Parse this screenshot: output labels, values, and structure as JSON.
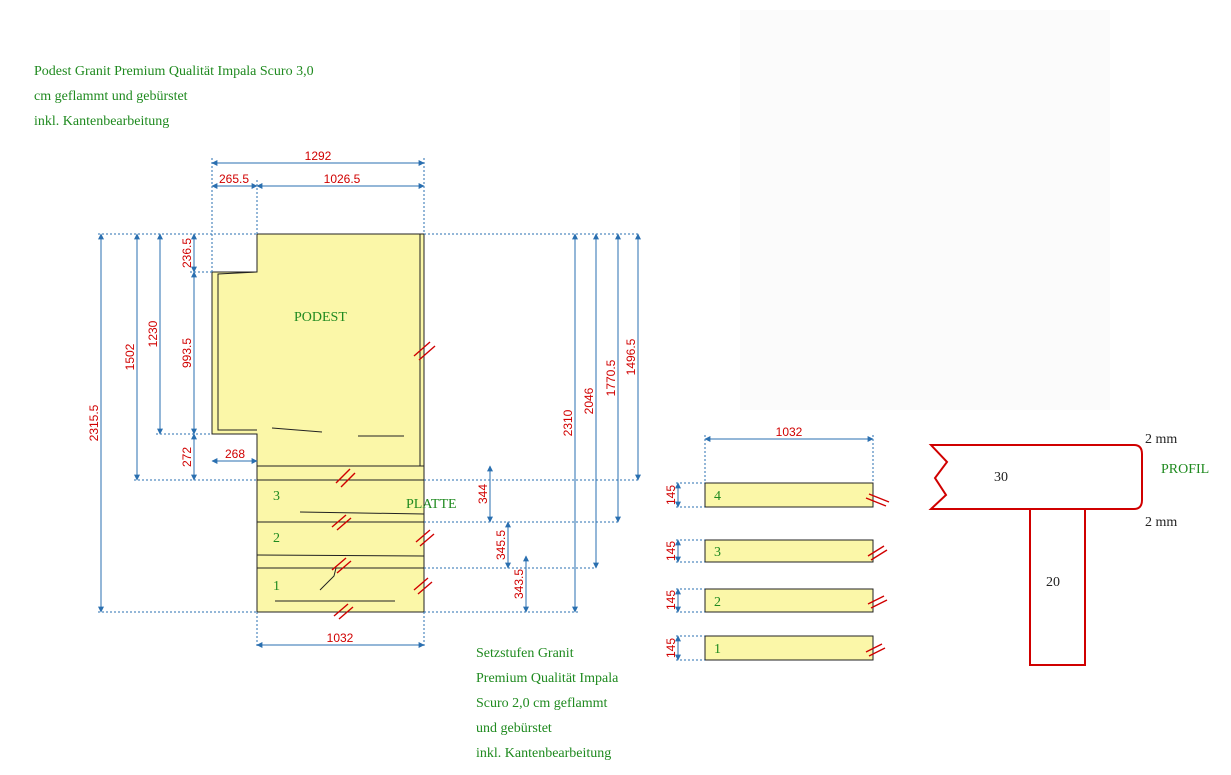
{
  "notes": {
    "podest_desc": "Podest Granit Premium Qualität Impala Scuro 3,0\ncm geflammt und gebürstet\ninkl. Kantenbearbeitung",
    "setzstufen_desc": "Setzstufen Granit\nPremium Qualität Impala\nScuro 2,0 cm geflammt\nund gebürstet\ninkl. Kantenbearbeitung"
  },
  "labels": {
    "podest": "PODEST",
    "platte": "PLATTE",
    "profil": "PROFIL"
  },
  "plan_dims": {
    "top_total": "1292",
    "top_left": "265.5",
    "top_right": "1026.5",
    "bottom_width": "1032",
    "notch_bottom": "268",
    "left_2315": "2315.5",
    "left_1502": "1502",
    "left_1230": "1230",
    "left_236": "236.5",
    "left_993": "993.5",
    "left_272": "272",
    "right_2310": "2310",
    "right_2046": "2046",
    "right_1770": "1770.5",
    "right_1496": "1496.5",
    "step_344": "344",
    "step_345": "345.5",
    "step_343": "343.5"
  },
  "steps_plan": [
    "3",
    "2",
    "1"
  ],
  "risers": {
    "width": "1032",
    "items": [
      {
        "number": "4",
        "height": "145"
      },
      {
        "number": "3",
        "height": "145"
      },
      {
        "number": "2",
        "height": "145"
      },
      {
        "number": "1",
        "height": "145"
      }
    ]
  },
  "profile": {
    "thickness_top": "30",
    "riser_thickness": "20",
    "gap_top": "2 mm",
    "gap_bottom": "2 mm"
  },
  "colors": {
    "slab_fill": "#fbf7a8",
    "dimension_text": "#d00000",
    "dimension_line": "#2a6fb0",
    "note_text": "#1f8a1f",
    "profile_line": "#d00000"
  }
}
